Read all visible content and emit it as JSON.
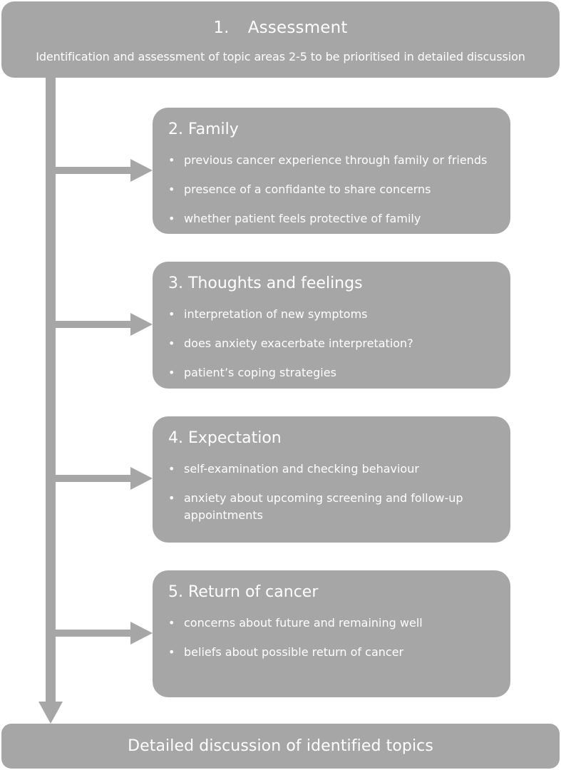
{
  "assessment": {
    "number": "1.",
    "title": "Assessment",
    "subtitle": "Identification and assessment of topic areas 2-5 to be prioritised in detailed discussion"
  },
  "topics": [
    {
      "heading": "2. Family",
      "items": [
        "previous cancer experience through family or friends",
        "presence of a confidante to share concerns",
        "whether patient feels protective of family"
      ]
    },
    {
      "heading": "3. Thoughts and feelings",
      "items": [
        "interpretation of new symptoms",
        "does anxiety exacerbate interpretation?",
        "patient’s coping strategies"
      ]
    },
    {
      "heading": "4. Expectation",
      "items": [
        "self-examination and checking behaviour",
        "anxiety about upcoming screening and follow-up appointments"
      ]
    },
    {
      "heading": "5. Return of cancer",
      "items": [
        "concerns about future and remaining well",
        "beliefs about possible return of cancer"
      ]
    }
  ],
  "bullet_glyph": "•",
  "outcome": {
    "label": "Detailed discussion of identified topics"
  },
  "colors": {
    "box_fill": "#a6a6a6",
    "connector": "#a6a6a6",
    "text": "#ffffff"
  }
}
